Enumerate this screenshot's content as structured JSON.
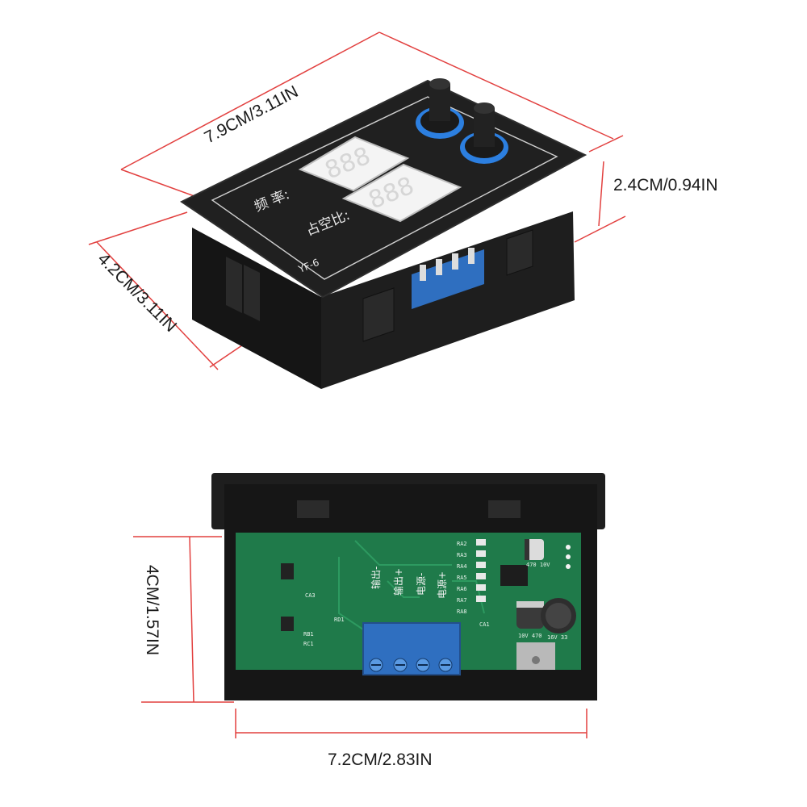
{
  "colors": {
    "dimension_line": "#e2403f",
    "label_text": "#1a1a1a",
    "housing": "#1b1b1b",
    "pcb": "#1f7a4a",
    "terminal": "#2f6fc0",
    "knob_ring": "#2c7fe0",
    "display": "#f4f4f4"
  },
  "top_view": {
    "width_label": "7.9CM/3.11IN",
    "height_label": "2.4CM/0.94IN",
    "depth_label": "4.2CM/3.11IN",
    "panel": {
      "label_frequency": "频  率:",
      "label_duty": "占空比:",
      "model": "YF-6",
      "display_top_digits": "888",
      "display_bottom_digits": "888"
    }
  },
  "bottom_view": {
    "height_label": "4CM/1.57IN",
    "width_label": "7.2CM/2.83IN",
    "pcb_labels": {
      "output_minus": "输出-",
      "output_plus": "输出+",
      "power_minus": "电源-",
      "power_plus": "电源+"
    },
    "silkscreen": [
      "RA2",
      "RA3",
      "RA4",
      "RA5",
      "RA6",
      "RA7",
      "RA8",
      "CA3",
      "RD1",
      "RB1",
      "RC1",
      "CA1"
    ],
    "capacitor_small": "470 10V",
    "capacitor_large_1": "10V 470",
    "capacitor_large_2": "16V 33"
  }
}
